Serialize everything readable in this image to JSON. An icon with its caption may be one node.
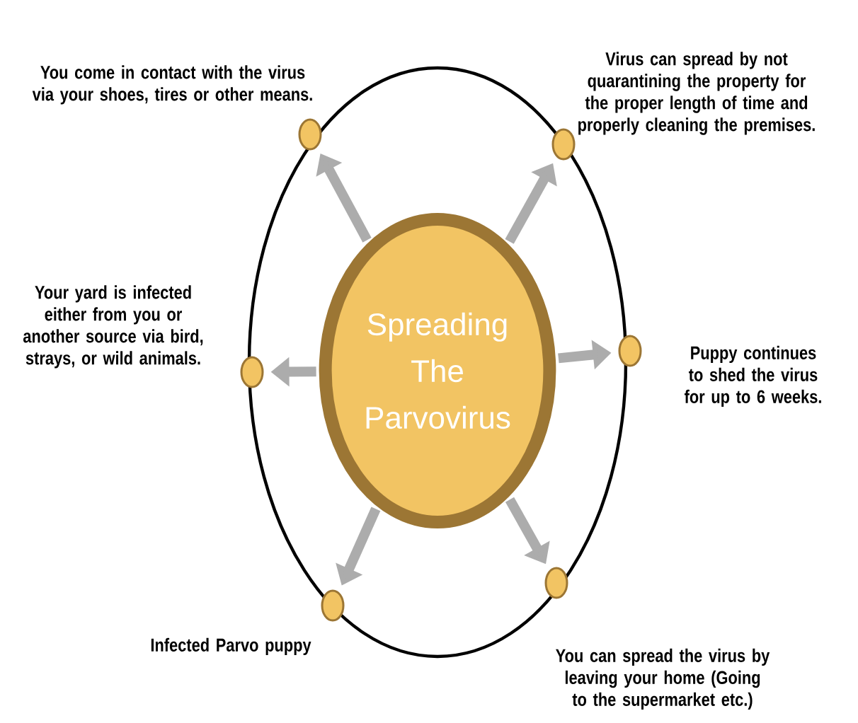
{
  "diagram": {
    "nodes": [
      {
        "text": [
          "Spreading The Parvovirus"
        ]
      },
      {
        "text": [],
        "shape": "circle",
        "beside": [
          "You come in contact with the virus via your shoes, tires or other means."
        ]
      },
      {
        "text": [],
        "shape": "circle",
        "beside": [
          "Virus can spread by not quarantining the property for the proper length of time and properly cleaning the premises."
        ]
      },
      {
        "text": [],
        "shape": "circle",
        "beside": [
          "Your yard is infected either from you or another source via bird, strays, or wild animals."
        ]
      },
      {
        "text": [],
        "shape": "circle",
        "beside": [
          "Puppy continues to shed the virus for up to 6 weeks."
        ]
      },
      {
        "text": [],
        "shape": "circle",
        "beside": [
          "Infected Parvo puppy"
        ]
      },
      {
        "text": [],
        "shape": "circle",
        "beside": [
          "You can spread the virus by leaving your home (Going to the supermarket etc.)"
        ]
      }
    ],
    "edges": [
      {
        "from": 0,
        "to": 1,
        "arrow": "to"
      },
      {
        "from": 0,
        "to": 2,
        "arrow": "to"
      },
      {
        "from": 0,
        "to": 3,
        "arrow": "to"
      },
      {
        "from": 0,
        "to": 4,
        "arrow": "to"
      },
      {
        "from": 0,
        "to": 5,
        "arrow": "to"
      },
      {
        "from": 0,
        "to": 6,
        "arrow": "to"
      }
    ]
  }
}
